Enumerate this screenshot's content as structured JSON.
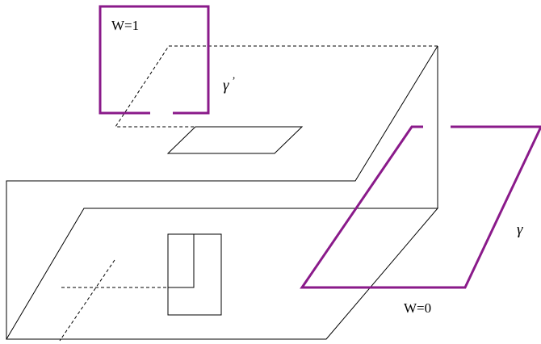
{
  "labels": {
    "w1": "W=1",
    "gamma_prime": "γ",
    "prime_mark": "’",
    "gamma": "γ",
    "w0": "W=0"
  },
  "colors": {
    "loop": "#8a1a8a",
    "line": "#000000",
    "background": "#ffffff"
  }
}
